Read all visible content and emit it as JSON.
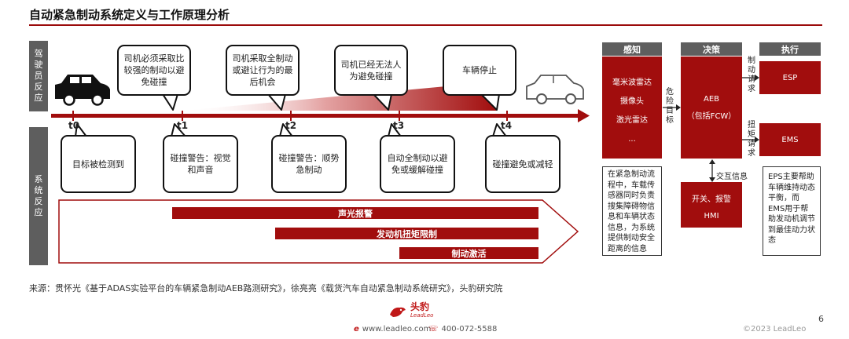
{
  "title": "自动紧急制动系统定义与工作原理分析",
  "left_labels": {
    "driver": "驾驶员反应",
    "system": "系统反应"
  },
  "timeline": {
    "ticks": [
      "t0",
      "t1",
      "t2",
      "t3",
      "t4"
    ]
  },
  "driver_callouts": [
    "司机必须采取比较强的制动以避免碰撞",
    "司机采取全制动或避让行为的最后机会",
    "司机已经无法人为避免碰撞",
    "车辆停止"
  ],
  "system_callouts": [
    "目标被检测到",
    "碰撞警告：视觉和声音",
    "碰撞警告：顺势急制动",
    "自动全制动以避免或缓解碰撞",
    "碰撞避免或减轻"
  ],
  "system_bars": [
    "声光报警",
    "发动机扭矩限制",
    "制动激活"
  ],
  "architecture": {
    "columns": [
      "感知",
      "决策",
      "执行"
    ],
    "sensors": [
      "毫米波雷达",
      "摄像头",
      "激光雷达",
      "..."
    ],
    "decision": {
      "line1": "AEB",
      "line2": "（包括FCW）"
    },
    "arrow_label": "危险目标",
    "brake_request": "制动请求",
    "torque_request": "扭矩请求",
    "exec": [
      "ESP",
      "EMS"
    ],
    "exchange_label": "交互信息",
    "hmi": {
      "line1": "开关、报警",
      "line2": "HMI"
    },
    "perception_note": "在紧急制动流程中，车载传感器同时负责搜集障碍物信息和车辆状态信息，为系统提供制动安全距离的信息",
    "exec_note": "EPS主要帮助车辆维持动态平衡，而EMS用于帮助发动机调节到最佳动力状态"
  },
  "source": "来源：贯怀光《基于ADAS实验平台的车辆紧急制动AEB路测研究》，徐亮亮《载货汽车自动紧急制动系统研究》，头豹研究院",
  "footer": {
    "brand": "头豹",
    "brand_en": "LeadLeo",
    "website": "www.leadleo.com",
    "phone": "400-072-5588",
    "copyright": "©2023 LeadLeo",
    "page": "6"
  },
  "colors": {
    "accent": "#a10d0d",
    "gray": "#5e5e5e"
  }
}
